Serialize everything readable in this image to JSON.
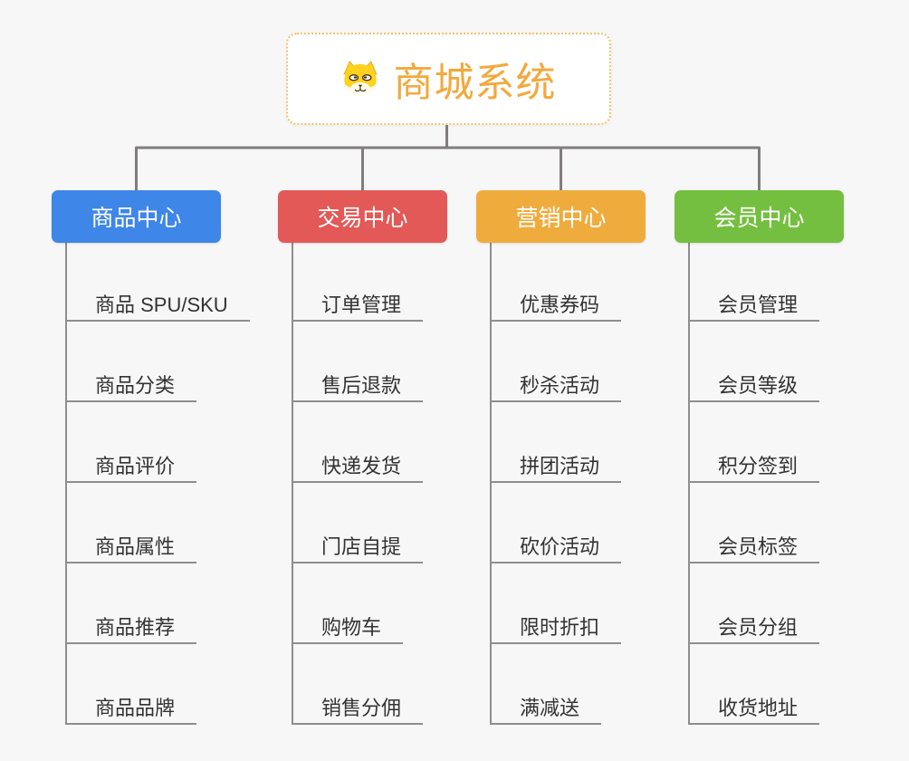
{
  "root": {
    "title": "商城系统",
    "icon": "dog-face-icon"
  },
  "branches": [
    {
      "label": "商品中心",
      "color": "#3e86e8",
      "children": [
        "商品 SPU/SKU",
        "商品分类",
        "商品评价",
        "商品属性",
        "商品推荐",
        "商品品牌"
      ]
    },
    {
      "label": "交易中心",
      "color": "#e25957",
      "children": [
        "订单管理",
        "售后退款",
        "快递发货",
        "门店自提",
        "购物车",
        "销售分佣"
      ]
    },
    {
      "label": "营销中心",
      "color": "#efac3d",
      "children": [
        "优惠券码",
        "秒杀活动",
        "拼团活动",
        "砍价活动",
        "限时折扣",
        "满减送"
      ]
    },
    {
      "label": "会员中心",
      "color": "#74bf40",
      "children": [
        "会员管理",
        "会员等级",
        "积分签到",
        "会员标签",
        "会员分组",
        "收货地址"
      ]
    }
  ],
  "colors": {
    "canvas_background": "#f7f7f7",
    "root_border": "#f5c06a",
    "root_text": "#f2a93d",
    "connector": "#817d7d",
    "leaf_line": "#8e8e8e",
    "leaf_text": "#333333"
  }
}
